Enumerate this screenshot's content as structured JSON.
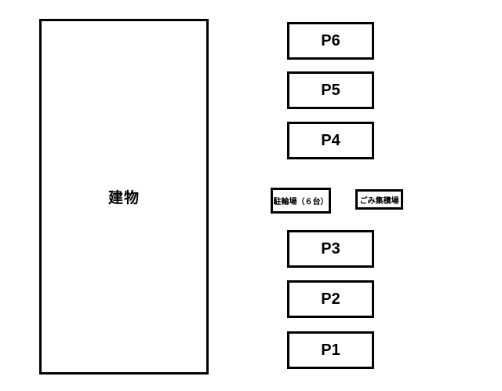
{
  "diagram": {
    "background_color": "#ffffff",
    "line_color": "#000000",
    "building": {
      "label": "建物"
    },
    "parking": {
      "spaces": [
        "P6",
        "P5",
        "P4",
        "P3",
        "P2",
        "P1"
      ]
    },
    "bicycle_parking": {
      "label": "駐輪場（６台）"
    },
    "garbage_area": {
      "label": "ごみ集積場"
    }
  }
}
